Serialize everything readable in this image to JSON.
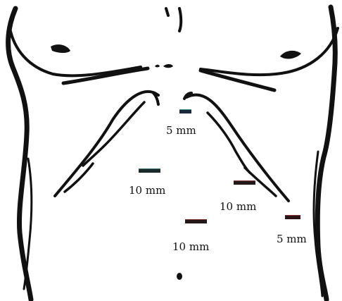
{
  "diagram": {
    "ports": [
      {
        "id": "port-5mm-top",
        "label": "5 mm",
        "color": "#1b2a3a",
        "accent": "#2a8a8a"
      },
      {
        "id": "port-10mm-left",
        "label": "10 mm",
        "color": "#1b2a2a",
        "accent": "#3a6f6a"
      },
      {
        "id": "port-10mm-right",
        "label": "10 mm",
        "color": "#241a1a",
        "accent": "#7a3a3a"
      },
      {
        "id": "port-10mm-bottom",
        "label": "10 mm",
        "color": "#241818",
        "accent": "#7a2a2a"
      },
      {
        "id": "port-5mm-right",
        "label": "5 mm",
        "color": "#2a1414",
        "accent": "#8a2a2a"
      }
    ],
    "colors": {
      "outline": "#111111",
      "background": "#ffffff"
    }
  }
}
